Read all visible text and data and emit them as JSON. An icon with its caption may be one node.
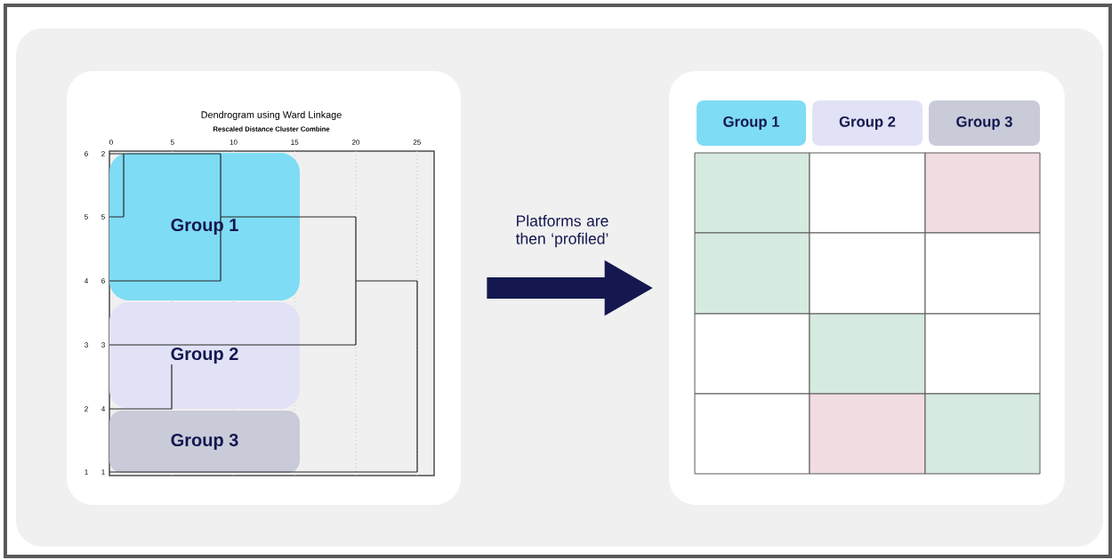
{
  "diagram": {
    "nodes": [
      {
        "text": [],
        "shape": "box"
      },
      {
        "text": [
          "Group 1"
        ],
        "in": 0
      },
      {
        "text": [
          "Group 2"
        ],
        "in": 0
      },
      {
        "text": [
          "Group 3"
        ],
        "in": 0
      },
      {
        "text": [],
        "shape": "box"
      },
      {
        "text": [
          "Group 1"
        ],
        "in": 4
      },
      {
        "text": [
          "Group 2"
        ],
        "in": 4
      },
      {
        "text": [
          "Group 3"
        ],
        "in": 4
      }
    ],
    "edges": [
      {
        "from": 0,
        "to": 4,
        "arrow": "to",
        "label": "Platforms are then ‘profiled’"
      }
    ],
    "labels": [
      "Dendrogram using Ward Linkage",
      "Rescaled Distance Cluster Combine",
      "0",
      "5",
      "10",
      "15",
      "20",
      "25",
      "6",
      "5",
      "4",
      "3",
      "2",
      "1",
      "2",
      "5",
      "6",
      "3",
      "4",
      "1"
    ]
  }
}
